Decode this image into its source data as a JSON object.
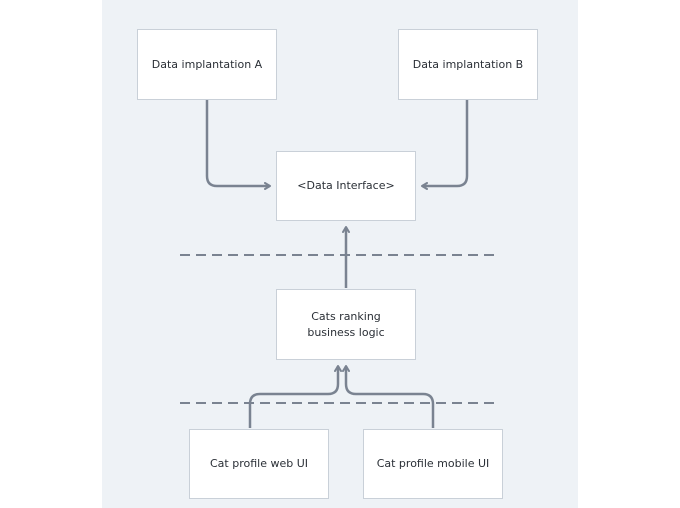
{
  "diagram": {
    "nodes": {
      "data_impl_a": "Data implantation A",
      "data_impl_b": "Data implantation B",
      "data_interface": "<Data Interface>",
      "business_logic": "Cats ranking\nbusiness logic",
      "web_ui": "Cat profile web UI",
      "mobile_ui": "Cat profile mobile UI"
    },
    "colors": {
      "background": "#eef2f6",
      "box_fill": "#ffffff",
      "box_border": "#c9d0d8",
      "connector": "#7a8391",
      "text": "#2a2f36"
    }
  }
}
